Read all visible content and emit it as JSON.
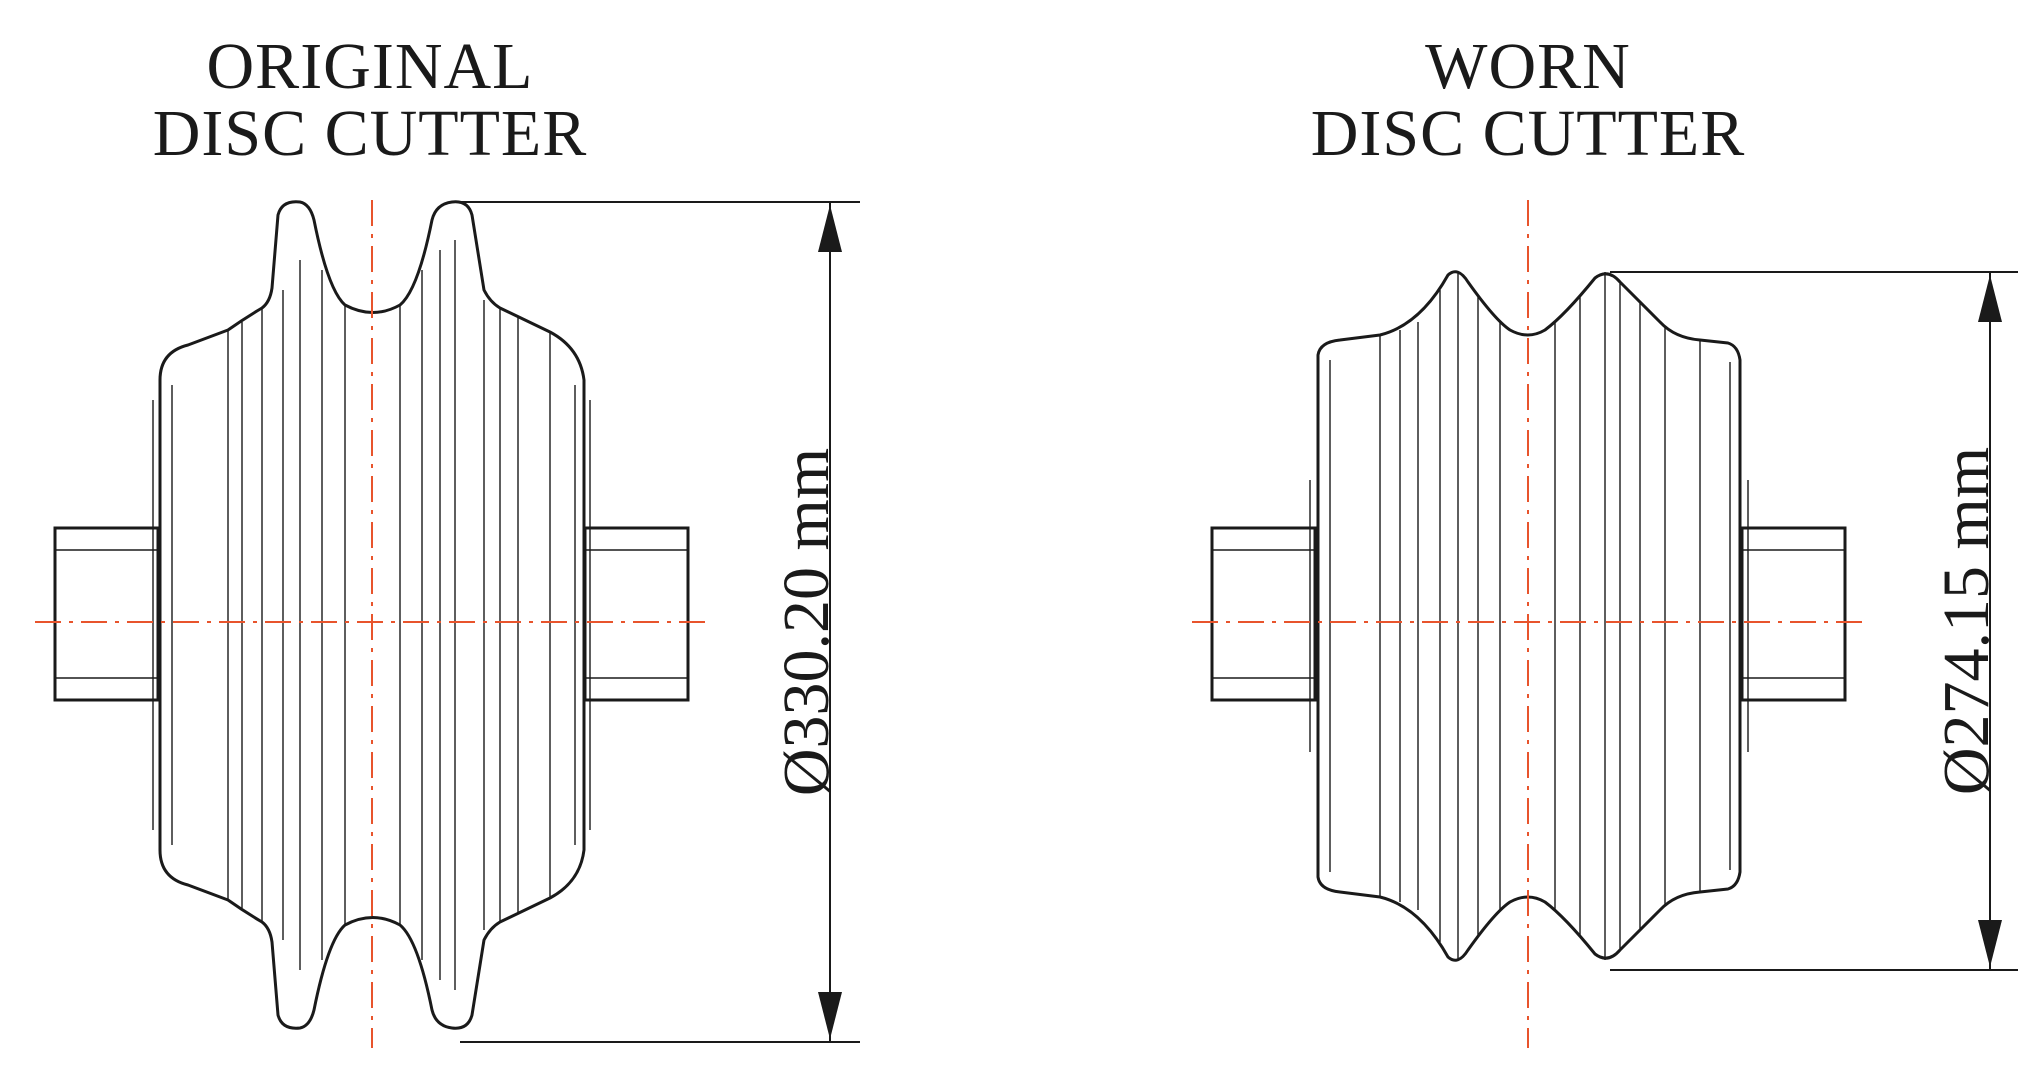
{
  "original": {
    "title_line1": "ORIGINAL",
    "title_line2": "DISC CUTTER",
    "diameter_label": "Ø330.20 mm"
  },
  "worn": {
    "title_line1": "WORN",
    "title_line2": "DISC CUTTER",
    "diameter_label": "Ø274.15 mm"
  },
  "colors": {
    "outline": "#1a1a1a",
    "centerline": "#e8542c"
  }
}
